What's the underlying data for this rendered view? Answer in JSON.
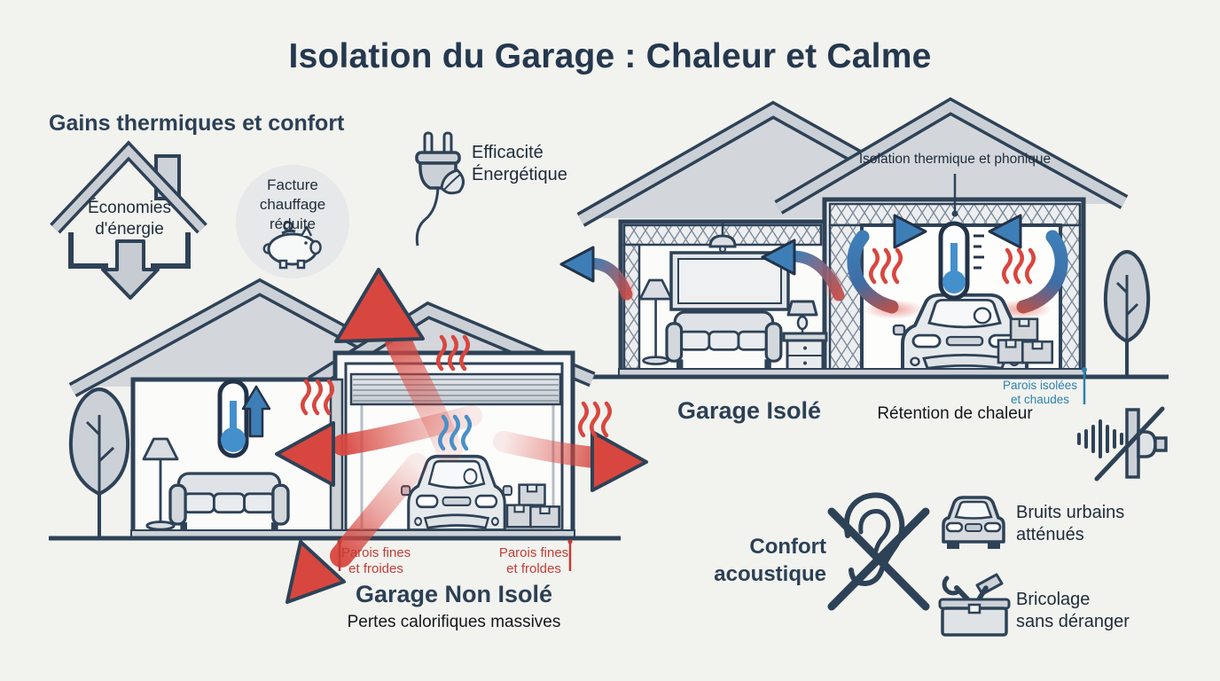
{
  "title": "Isolation du Garage : Chaleur et Calme",
  "colors": {
    "background": "#f2f2ef",
    "navy_outline": "#2e4257",
    "heat_red": "#d8473f",
    "cool_blue": "#3e7eb7",
    "teal_label": "#2d82ae",
    "red_label": "#c33d35",
    "fill_gray": "#ccd1d7"
  },
  "thermal": {
    "heading": "Gains thermiques et confort",
    "house_label": "Économies\nd'énergie",
    "bill_label": "Facture\nchauffage\nréduite",
    "efficiency_label": "Efficacité\nÉnergétique"
  },
  "insulated": {
    "callout": "Isolation thermique et phonique",
    "name": "Garage Isolé",
    "caption": "Rétention de chaleur",
    "wall_label": "Parois isolées\net chaudes"
  },
  "uninsulated": {
    "name": "Garage Non Isolé",
    "caption": "Pertes calorifiques massives",
    "wall_label_left": "Parois fines\net froides",
    "wall_label_right": "Parois fines\net froldes"
  },
  "acoustic": {
    "heading": "Confort\nacoustique",
    "traffic_label": "Bruits urbains\natténués",
    "diy_label": "Bricolage\nsans déranger"
  }
}
